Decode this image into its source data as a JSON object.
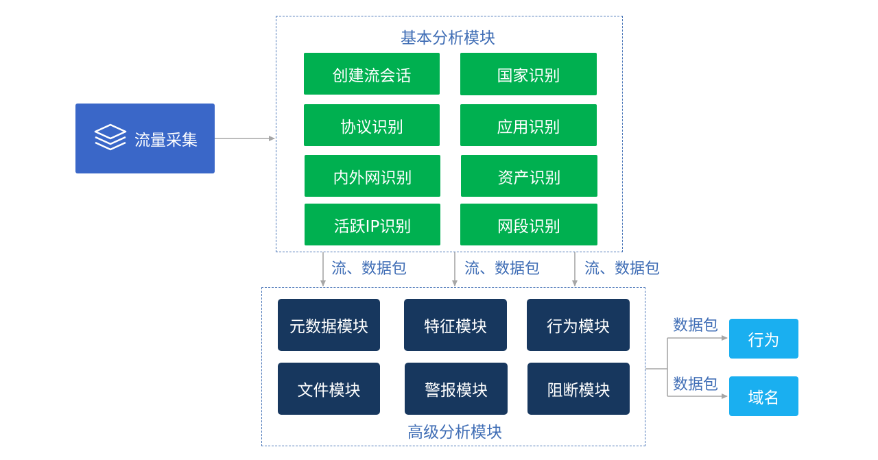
{
  "source": {
    "label": "流量采集",
    "icon": "layers-icon"
  },
  "basic": {
    "title": "基本分析模块",
    "items": [
      "创建流会话",
      "国家识别",
      "协议识别",
      "应用识别",
      "内外网识别",
      "资产识别",
      "活跃IP识别",
      "网段识别"
    ]
  },
  "flow_labels": [
    "流、数据包",
    "流、数据包",
    "流、数据包"
  ],
  "advanced": {
    "title": "高级分析模块",
    "items": [
      "元数据模块",
      "特征模块",
      "行为模块",
      "文件模块",
      "警报模块",
      "阻断模块"
    ]
  },
  "outputs": {
    "labels": [
      "数据包",
      "数据包"
    ],
    "items": [
      "行为",
      "域名"
    ]
  },
  "colors": {
    "source": "#3a67c8",
    "basic_box": "#00b050",
    "advanced_box": "#17375e",
    "output_box": "#1aaff0",
    "frame": "#4a76b8",
    "text_blue": "#3f6db5",
    "arrow": "#a6a6a6"
  }
}
